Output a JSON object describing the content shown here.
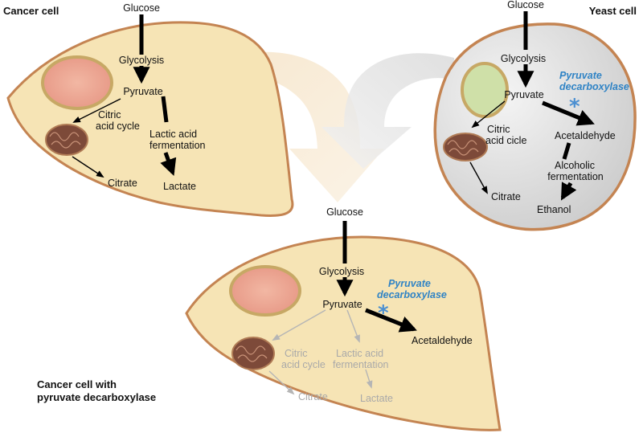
{
  "cells": {
    "cancer": {
      "title": "Cancer cell",
      "glucose": "Glucose",
      "glycolysis": "Glycolysis",
      "pyruvate": "Pyruvate",
      "citric_1": "Citric",
      "citric_2": "acid cycle",
      "lactic_1": "Lactic acid",
      "lactic_2": "fermentation",
      "citrate": "Citrate",
      "lactate": "Lactate"
    },
    "yeast": {
      "title": "Yeast cell",
      "glucose": "Glucose",
      "glycolysis": "Glycolysis",
      "pyruvate": "Pyruvate",
      "enzyme_1": "Pyruvate",
      "enzyme_2": "decarboxylase",
      "enzyme_star": "*",
      "citric_1": "Citric",
      "citric_2": "acid cicle",
      "acetaldehyde": "Acetaldehyde",
      "alcoholic_1": "Alcoholic",
      "alcoholic_2": "fermentation",
      "citrate": "Citrate",
      "ethanol": "Ethanol"
    },
    "engineered": {
      "title_1": "Cancer cell with",
      "title_2": "pyruvate decarboxylase",
      "glucose": "Glucose",
      "glycolysis": "Glycolysis",
      "pyruvate": "Pyruvate",
      "enzyme_1": "Pyruvate",
      "enzyme_2": "decarboxylase",
      "enzyme_star": "*",
      "acetaldehyde": "Acetaldehyde",
      "citric_1": "Citric",
      "citric_2": "acid cycle",
      "lactic_1": "Lactic acid",
      "lactic_2": "fermentation",
      "citrate": "Citrate",
      "lactate": "Lactate"
    }
  },
  "colors": {
    "cell_fill": "#f6e4b5",
    "cell_border": "#c48452",
    "nucleus_fill": "#e8a08e",
    "yeast_fill": "#d9d9d9",
    "vacuole_fill": "#cfe0a8",
    "mitochondrion_fill": "#7d4a39",
    "enzyme_text": "#2f83c5",
    "faded_text": "#a9a9a9"
  }
}
